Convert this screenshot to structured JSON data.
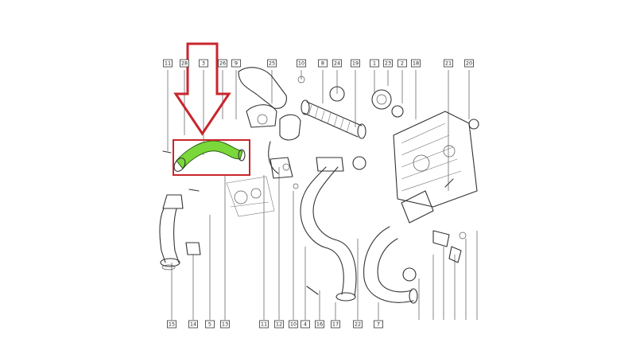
{
  "diagram": {
    "highlight_color": "#7ad83a",
    "arrow_color": "#c8262c",
    "frame_color": "#c8262c",
    "callouts_top": [
      "11",
      "28",
      "3",
      "26",
      "9",
      "25",
      "10",
      "8",
      "24",
      "19",
      "1",
      "23",
      "2",
      "18",
      "21",
      "20"
    ],
    "callouts_bottom": [
      "15",
      "14",
      "5",
      "13",
      "11",
      "12",
      "10",
      "4",
      "16",
      "17",
      "22",
      "7"
    ],
    "highlighted_callout": "3"
  }
}
